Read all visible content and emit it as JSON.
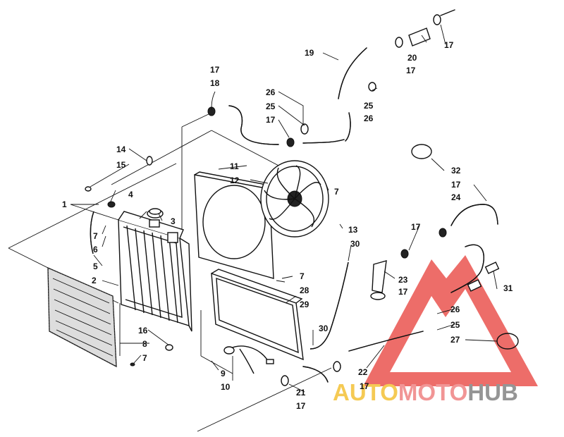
{
  "callouts": {
    "c1": "1",
    "c2": "2",
    "c3": "3",
    "c4": "4",
    "c5": "5",
    "c6": "6",
    "c7a": "7",
    "c7b": "7",
    "c7c": "7",
    "c7d": "7",
    "c8": "8",
    "c9": "9",
    "c10": "10",
    "c11": "11",
    "c12": "12",
    "c13": "13",
    "c14": "14",
    "c15": "15",
    "c16": "16",
    "c17a": "17",
    "c17b": "17",
    "c17c": "17",
    "c17d": "17",
    "c17e": "17",
    "c17f": "17",
    "c17g": "17",
    "c17h": "17",
    "c17i": "17",
    "c18": "18",
    "c19": "19",
    "c20": "20",
    "c21": "21",
    "c22": "22",
    "c23": "23",
    "c24": "24",
    "c25a": "25",
    "c25b": "25",
    "c25c": "25",
    "c26a": "26",
    "c26b": "26",
    "c26c": "26",
    "c27": "27",
    "c28": "28",
    "c29": "29",
    "c30a": "30",
    "c30b": "30",
    "c31": "31",
    "c32": "32"
  },
  "watermark": {
    "part1": "AUTO",
    "part2": "MOTO",
    "part3": "HUB",
    "color1": "#f5c542",
    "color2": "#f08a8a",
    "color3": "#8a8a8a",
    "triangle_color": "#e8413c"
  }
}
